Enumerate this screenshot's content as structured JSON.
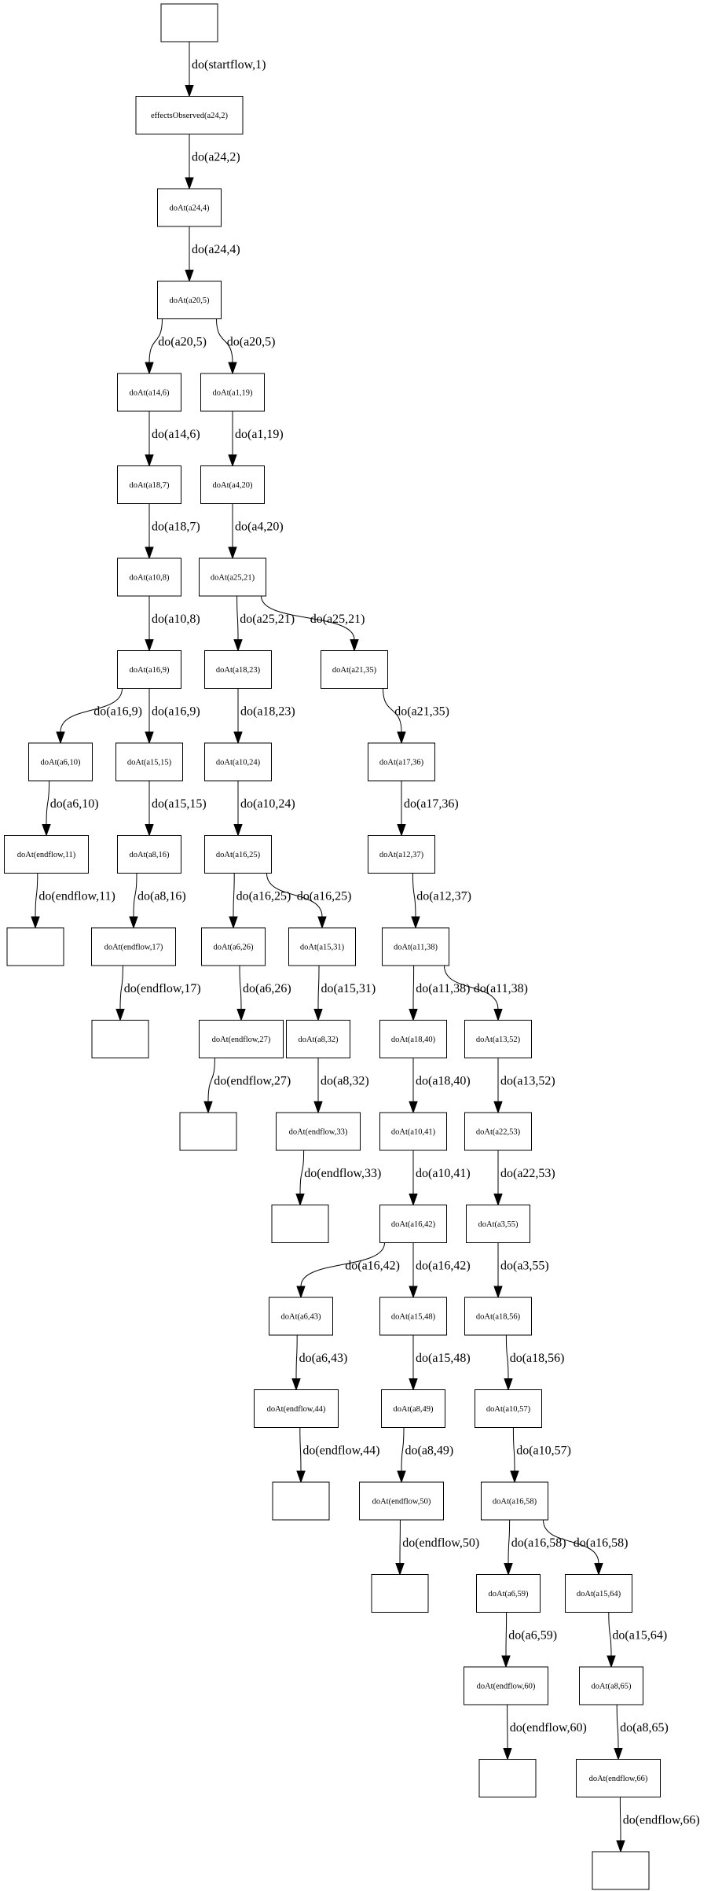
{
  "nodes": [
    "",
    "effectsObserved(a24,2)",
    "doAt(a24,4)",
    "doAt(a20,5)",
    "doAt(a14,6)",
    "doAt(a1,19)",
    "doAt(a18,7)",
    "doAt(a4,20)",
    "doAt(a10,8)",
    "doAt(a25,21)",
    "doAt(a16,9)",
    "doAt(a18,23)",
    "doAt(a21,35)",
    "doAt(a6,10)",
    "doAt(a15,15)",
    "doAt(a10,24)",
    "doAt(a17,36)",
    "doAt(endflow,11)",
    "doAt(a8,16)",
    "doAt(a16,25)",
    "doAt(a12,37)",
    "",
    "doAt(endflow,17)",
    "doAt(a6,26)",
    "doAt(a15,31)",
    "doAt(a11,38)",
    "",
    "doAt(endflow,27)",
    "doAt(a8,32)",
    "doAt(a18,40)",
    "doAt(a13,52)",
    "",
    "doAt(endflow,33)",
    "doAt(a10,41)",
    "doAt(a22,53)",
    "",
    "doAt(a16,42)",
    "doAt(a3,55)",
    "doAt(a6,43)",
    "doAt(a15,48)",
    "doAt(a18,56)",
    "doAt(endflow,44)",
    "doAt(a8,49)",
    "doAt(a10,57)",
    "",
    "doAt(endflow,50)",
    "doAt(a16,58)",
    "",
    "doAt(a6,59)",
    "doAt(a15,64)",
    "doAt(endflow,60)",
    "doAt(a8,65)",
    "",
    "doAt(endflow,66)",
    ""
  ],
  "edges": [
    {
      "from": 0,
      "to": 1,
      "label": "do(startflow,1)"
    },
    {
      "from": 1,
      "to": 2,
      "label": "do(a24,2)"
    },
    {
      "from": 2,
      "to": 3,
      "label": "do(a24,4)"
    },
    {
      "from": 3,
      "to": 4,
      "label": "do(a20,5)"
    },
    {
      "from": 3,
      "to": 5,
      "label": "do(a20,5)"
    },
    {
      "from": 4,
      "to": 6,
      "label": "do(a14,6)"
    },
    {
      "from": 5,
      "to": 7,
      "label": "do(a1,19)"
    },
    {
      "from": 6,
      "to": 8,
      "label": "do(a18,7)"
    },
    {
      "from": 7,
      "to": 9,
      "label": "do(a4,20)"
    },
    {
      "from": 8,
      "to": 10,
      "label": "do(a10,8)"
    },
    {
      "from": 9,
      "to": 11,
      "label": "do(a25,21)"
    },
    {
      "from": 9,
      "to": 12,
      "label": "do(a25,21)"
    },
    {
      "from": 10,
      "to": 13,
      "label": "do(a16,9)"
    },
    {
      "from": 10,
      "to": 14,
      "label": "do(a16,9)"
    },
    {
      "from": 11,
      "to": 15,
      "label": "do(a18,23)"
    },
    {
      "from": 12,
      "to": 16,
      "label": "do(a21,35)"
    },
    {
      "from": 13,
      "to": 17,
      "label": "do(a6,10)"
    },
    {
      "from": 14,
      "to": 18,
      "label": "do(a15,15)"
    },
    {
      "from": 15,
      "to": 19,
      "label": "do(a10,24)"
    },
    {
      "from": 16,
      "to": 20,
      "label": "do(a17,36)"
    },
    {
      "from": 17,
      "to": 21,
      "label": "do(endflow,11)"
    },
    {
      "from": 18,
      "to": 22,
      "label": "do(a8,16)"
    },
    {
      "from": 19,
      "to": 23,
      "label": "do(a16,25)"
    },
    {
      "from": 19,
      "to": 24,
      "label": "do(a16,25)"
    },
    {
      "from": 20,
      "to": 25,
      "label": "do(a12,37)"
    },
    {
      "from": 22,
      "to": 26,
      "label": "do(endflow,17)"
    },
    {
      "from": 23,
      "to": 27,
      "label": "do(a6,26)"
    },
    {
      "from": 24,
      "to": 28,
      "label": "do(a15,31)"
    },
    {
      "from": 25,
      "to": 29,
      "label": "do(a11,38)"
    },
    {
      "from": 25,
      "to": 30,
      "label": "do(a11,38)"
    },
    {
      "from": 27,
      "to": 31,
      "label": "do(endflow,27)"
    },
    {
      "from": 28,
      "to": 32,
      "label": "do(a8,32)"
    },
    {
      "from": 29,
      "to": 33,
      "label": "do(a18,40)"
    },
    {
      "from": 30,
      "to": 34,
      "label": "do(a13,52)"
    },
    {
      "from": 32,
      "to": 35,
      "label": "do(endflow,33)"
    },
    {
      "from": 33,
      "to": 36,
      "label": "do(a10,41)"
    },
    {
      "from": 34,
      "to": 37,
      "label": "do(a22,53)"
    },
    {
      "from": 36,
      "to": 38,
      "label": "do(a16,42)"
    },
    {
      "from": 36,
      "to": 39,
      "label": "do(a16,42)"
    },
    {
      "from": 37,
      "to": 40,
      "label": "do(a3,55)"
    },
    {
      "from": 38,
      "to": 41,
      "label": "do(a6,43)"
    },
    {
      "from": 39,
      "to": 42,
      "label": "do(a15,48)"
    },
    {
      "from": 40,
      "to": 43,
      "label": "do(a18,56)"
    },
    {
      "from": 41,
      "to": 44,
      "label": "do(endflow,44)"
    },
    {
      "from": 42,
      "to": 45,
      "label": "do(a8,49)"
    },
    {
      "from": 43,
      "to": 46,
      "label": "do(a10,57)"
    },
    {
      "from": 45,
      "to": 47,
      "label": "do(endflow,50)"
    },
    {
      "from": 46,
      "to": 48,
      "label": "do(a16,58)"
    },
    {
      "from": 46,
      "to": 49,
      "label": "do(a16,58)"
    },
    {
      "from": 48,
      "to": 50,
      "label": "do(a6,59)"
    },
    {
      "from": 49,
      "to": 51,
      "label": "do(a15,64)"
    },
    {
      "from": 50,
      "to": 52,
      "label": "do(endflow,60)"
    },
    {
      "from": 51,
      "to": 53,
      "label": "do(a8,65)"
    },
    {
      "from": 53,
      "to": 54,
      "label": "do(endflow,66)"
    }
  ]
}
